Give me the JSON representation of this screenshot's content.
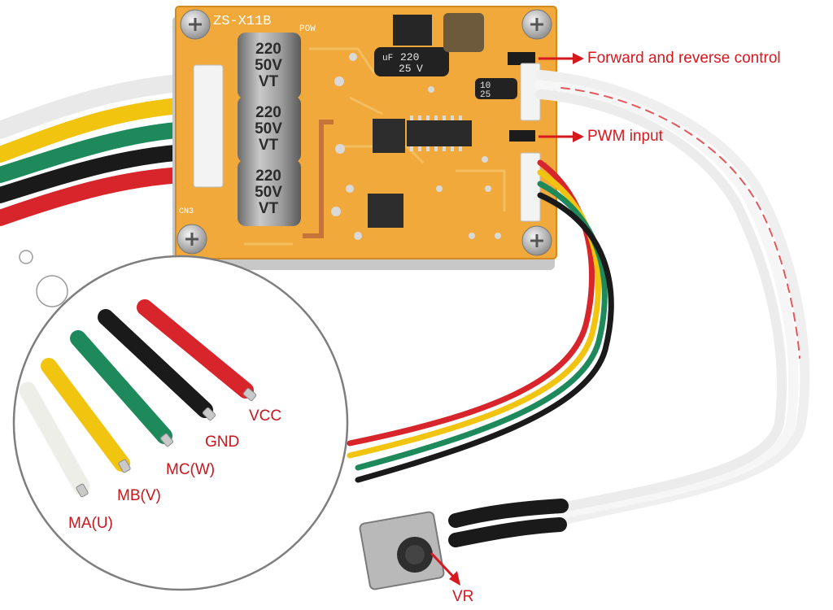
{
  "board": {
    "model": "ZS-X11B",
    "silk_pow": "POW",
    "silk_cn3": "CN3",
    "big_cap_value": "220",
    "big_cap_voltage": "50V",
    "big_cap_series": "VT",
    "small_cap_top": "220",
    "small_cap_unit": "uF",
    "small_cap_voltage": "25",
    "small_cap_v": "V",
    "tiny_cap_value": "10",
    "tiny_cap_voltage": "25"
  },
  "callouts": {
    "forward_reverse": "Forward and reverse control",
    "pwm": "PWM input",
    "vr": "VR"
  },
  "wires": {
    "ma": "MA(U)",
    "mb": "MB(V)",
    "mc": "MC(W)",
    "gnd": "GND",
    "vcc": "VCC"
  },
  "colors": {
    "accent_red": "#d7191f",
    "pcb": "#f0a93a",
    "wire_white": "#f2f2f2",
    "wire_yellow": "#f1c40f",
    "wire_green": "#1e8a5c",
    "wire_black": "#1a1a1a",
    "wire_red": "#d8252b"
  }
}
